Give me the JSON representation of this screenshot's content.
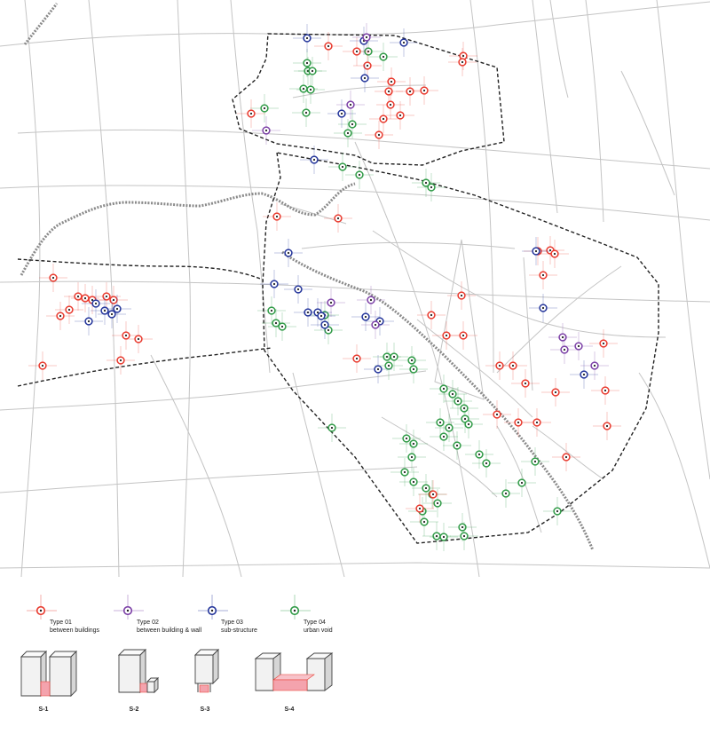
{
  "colors": {
    "type01": "#e8392d",
    "type02": "#7b3fa6",
    "type03": "#23349a",
    "type04": "#2f9a46",
    "road": "#c4c4c4",
    "district": "#222222",
    "rail": "#8a8a8a",
    "box_fill": "#f2f2f2",
    "box_side": "#d6d6d6",
    "highlight": "#f4a3ad"
  },
  "legend": [
    {
      "type": "Type 01",
      "desc": "between buildings",
      "color_key": "type01"
    },
    {
      "type": "Type 02",
      "desc": "between building & wall",
      "color_key": "type02"
    },
    {
      "type": "Type 03",
      "desc": "sub-structure",
      "color_key": "type03"
    },
    {
      "type": "Type 04",
      "desc": "urban void",
      "color_key": "type04"
    }
  ],
  "diagrams": [
    {
      "label": "S-1"
    },
    {
      "label": "S-2"
    },
    {
      "label": "S-3"
    },
    {
      "label": "S-4"
    }
  ],
  "markers": {
    "type01": [
      [
        522,
        63
      ],
      [
        521,
        70
      ],
      [
        402,
        58
      ],
      [
        441,
        92
      ],
      [
        438,
        103
      ],
      [
        462,
        103
      ],
      [
        478,
        102
      ],
      [
        440,
        118
      ],
      [
        451,
        130
      ],
      [
        427,
        152
      ],
      [
        283,
        128
      ],
      [
        312,
        244
      ],
      [
        381,
        246
      ],
      [
        370,
        52
      ],
      [
        414,
        74
      ],
      [
        432,
        134
      ],
      [
        60,
        313
      ],
      [
        88,
        334
      ],
      [
        96,
        336
      ],
      [
        104,
        338
      ],
      [
        120,
        334
      ],
      [
        128,
        338
      ],
      [
        68,
        356
      ],
      [
        78,
        349
      ],
      [
        142,
        378
      ],
      [
        156,
        382
      ],
      [
        48,
        412
      ],
      [
        136,
        406
      ],
      [
        402,
        404
      ],
      [
        503,
        378
      ],
      [
        522,
        378
      ],
      [
        520,
        333
      ],
      [
        606,
        283
      ],
      [
        620,
        282
      ],
      [
        625,
        286
      ],
      [
        612,
        310
      ],
      [
        563,
        412
      ],
      [
        578,
        412
      ],
      [
        592,
        432
      ],
      [
        560,
        467
      ],
      [
        584,
        476
      ],
      [
        605,
        476
      ],
      [
        626,
        442
      ],
      [
        638,
        515
      ],
      [
        680,
        387
      ],
      [
        682,
        440
      ],
      [
        684,
        480
      ],
      [
        486,
        355
      ],
      [
        473,
        573
      ],
      [
        488,
        557
      ]
    ],
    "type02": [
      [
        300,
        147
      ],
      [
        395,
        118
      ],
      [
        413,
        42
      ],
      [
        373,
        341
      ],
      [
        418,
        338
      ],
      [
        423,
        366
      ],
      [
        634,
        380
      ],
      [
        636,
        394
      ],
      [
        652,
        390
      ],
      [
        670,
        412
      ]
    ],
    "type03": [
      [
        346,
        43
      ],
      [
        410,
        46
      ],
      [
        455,
        48
      ],
      [
        411,
        88
      ],
      [
        385,
        128
      ],
      [
        354,
        180
      ],
      [
        325,
        285
      ],
      [
        309,
        320
      ],
      [
        336,
        326
      ],
      [
        347,
        352
      ],
      [
        358,
        352
      ],
      [
        362,
        356
      ],
      [
        366,
        366
      ],
      [
        412,
        357
      ],
      [
        428,
        362
      ],
      [
        426,
        416
      ],
      [
        604,
        283
      ],
      [
        612,
        347
      ],
      [
        658,
        422
      ],
      [
        108,
        342
      ],
      [
        118,
        350
      ],
      [
        100,
        362
      ],
      [
        126,
        354
      ],
      [
        132,
        348
      ]
    ],
    "type04": [
      [
        347,
        80
      ],
      [
        352,
        80
      ],
      [
        342,
        100
      ],
      [
        350,
        101
      ],
      [
        345,
        127
      ],
      [
        397,
        140
      ],
      [
        386,
        188
      ],
      [
        405,
        197
      ],
      [
        480,
        206
      ],
      [
        486,
        211
      ],
      [
        298,
        122
      ],
      [
        306,
        350
      ],
      [
        311,
        364
      ],
      [
        318,
        368
      ],
      [
        370,
        372
      ],
      [
        374,
        482
      ],
      [
        436,
        402
      ],
      [
        444,
        402
      ],
      [
        438,
        412
      ],
      [
        464,
        406
      ],
      [
        466,
        416
      ],
      [
        500,
        438
      ],
      [
        510,
        444
      ],
      [
        516,
        452
      ],
      [
        523,
        460
      ],
      [
        524,
        472
      ],
      [
        496,
        476
      ],
      [
        506,
        482
      ],
      [
        500,
        492
      ],
      [
        515,
        502
      ],
      [
        528,
        478
      ],
      [
        458,
        494
      ],
      [
        466,
        500
      ],
      [
        464,
        515
      ],
      [
        456,
        532
      ],
      [
        466,
        543
      ],
      [
        480,
        550
      ],
      [
        487,
        557
      ],
      [
        493,
        567
      ],
      [
        476,
        576
      ],
      [
        478,
        588
      ],
      [
        492,
        604
      ],
      [
        500,
        605
      ],
      [
        521,
        594
      ],
      [
        523,
        604
      ],
      [
        548,
        522
      ],
      [
        570,
        556
      ],
      [
        588,
        544
      ],
      [
        603,
        520
      ],
      [
        628,
        576
      ],
      [
        540,
        512
      ],
      [
        346,
        71
      ],
      [
        415,
        58
      ],
      [
        432,
        64
      ],
      [
        392,
        150
      ],
      [
        366,
        355
      ]
    ]
  }
}
